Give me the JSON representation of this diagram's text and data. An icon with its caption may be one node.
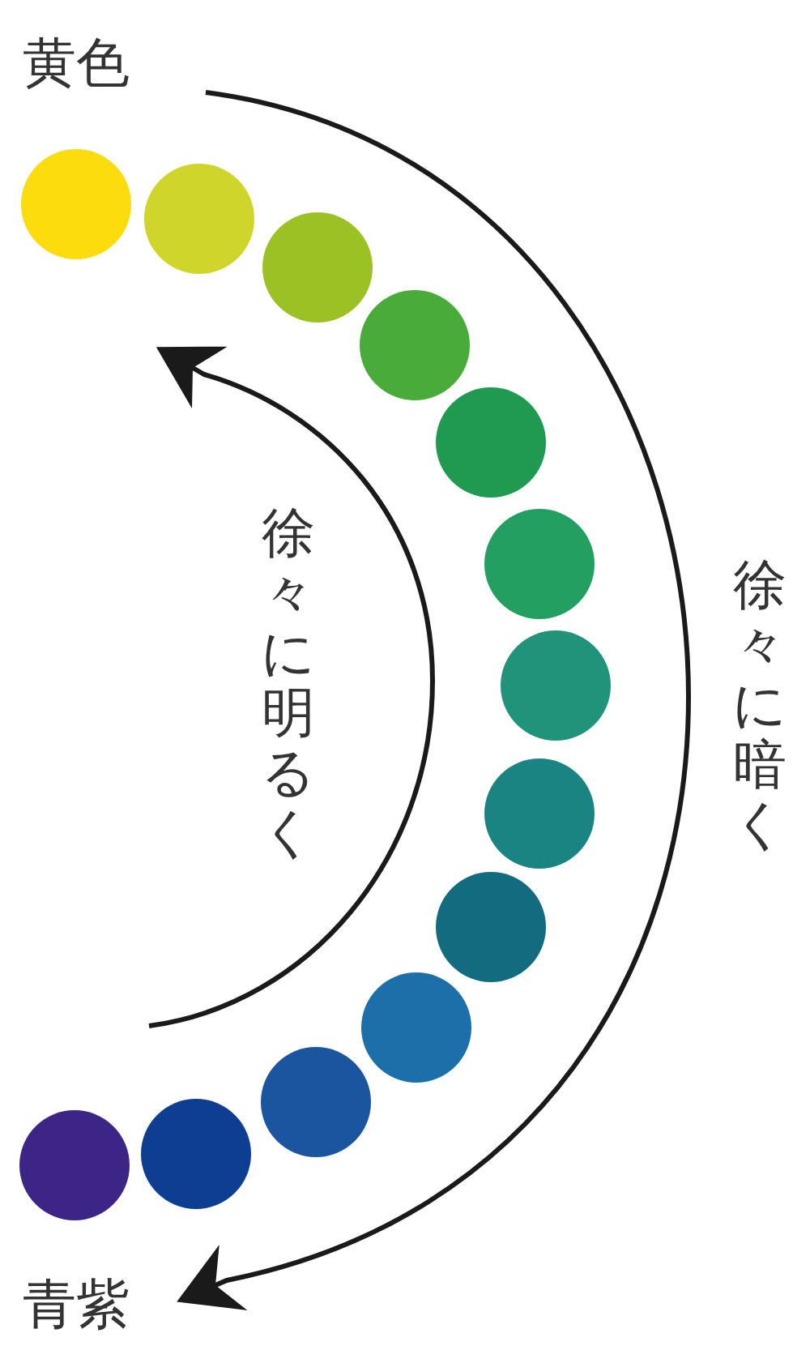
{
  "diagram": {
    "nodes": [
      {
        "text": [],
        "shape": "circle",
        "beside": [
          "黄色"
        ]
      },
      {
        "text": [],
        "shape": "circle"
      },
      {
        "text": [],
        "shape": "circle"
      },
      {
        "text": [],
        "shape": "circle"
      },
      {
        "text": [],
        "shape": "circle"
      },
      {
        "text": [],
        "shape": "circle"
      },
      {
        "text": [],
        "shape": "circle"
      },
      {
        "text": [],
        "shape": "circle"
      },
      {
        "text": [],
        "shape": "circle"
      },
      {
        "text": [],
        "shape": "circle"
      },
      {
        "text": [],
        "shape": "circle"
      },
      {
        "text": [],
        "shape": "circle"
      },
      {
        "text": [],
        "shape": "circle",
        "beside": [
          "青紫"
        ]
      }
    ],
    "labels": [
      "徐々に明るく",
      "徐々に暗く"
    ]
  }
}
